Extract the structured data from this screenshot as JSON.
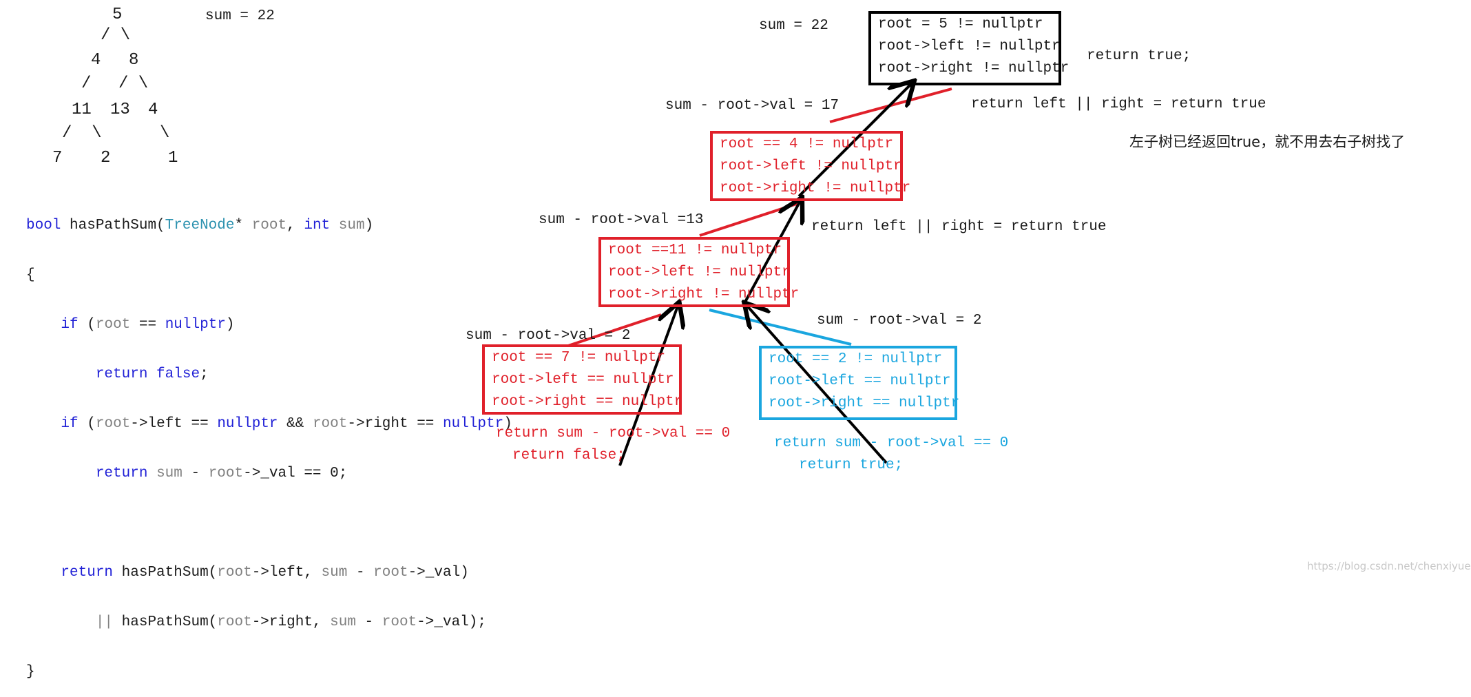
{
  "tree": {
    "root": "5",
    "edges1": "/ \\",
    "level1_left": "4",
    "level1_right": "8",
    "edges2_left": "/",
    "edges2_right": "/ \\",
    "n11": "11",
    "n13": "13",
    "n4b": "4",
    "edges3_left": "/  \\",
    "edges3_right": "\\",
    "n7": "7",
    "n2": "2",
    "n1": "1"
  },
  "sum_label_left": "sum = 22",
  "code": {
    "l1_kw": "bool",
    "l1_name": " hasPathSum(",
    "l1_type": "TreeNode",
    "l1_star": "* ",
    "l1_p1": "root",
    "l1_comma": ", ",
    "l1_kw2": "int",
    "l1_p2": " sum",
    "l1_close": ")",
    "l2": "{",
    "l3_kw": "if",
    "l3_a": " (",
    "l3_p": "root",
    "l3_b": " == ",
    "l3_kw2": "nullptr",
    "l3_c": ")",
    "l4_kw": "return false",
    "l4_c": ";",
    "l5_kw": "if",
    "l5_a": " (",
    "l5_p": "root",
    "l5_b": "->left == ",
    "l5_kw2": "nullptr",
    "l5_c": " && ",
    "l5_p2": "root",
    "l5_d": "->right == ",
    "l5_kw3": "nullptr",
    "l5_e": ")",
    "l6_kw": "return",
    "l6_a": " ",
    "l6_p": "sum",
    "l6_b": " - ",
    "l6_p2": "root",
    "l6_c": "->_val == 0;",
    "l7_kw": "return",
    "l7_a": " hasPathSum(",
    "l7_p": "root",
    "l7_b": "->left, ",
    "l7_p2": "sum",
    "l7_c": " - ",
    "l7_p3": "root",
    "l7_d": "->_val)",
    "l8_or": "||",
    "l8_a": " hasPathSum(",
    "l8_p": "root",
    "l8_b": "->right, ",
    "l8_p2": "sum",
    "l8_c": " - ",
    "l8_p3": "root",
    "l8_d": "->_val);",
    "l9": "}"
  },
  "annotations": {
    "sum22_top": "sum = 22",
    "return_true_top": "return true;",
    "sum17": "sum - root->val = 17",
    "return_lr_top": "return left || right = return true",
    "cn_note": "左子树已经返回true，就不用去右子树找了",
    "sum13": "sum - root->val =13",
    "return_lr_mid": "return left || right = return true",
    "sum2_right": "sum - root->val = 2",
    "sum2_left": "sum - root->val = 2",
    "left_ret1": "return sum - root->val == 0",
    "left_ret2": "return false;",
    "right_ret1": "return sum - root->val == 0",
    "right_ret2": "return true;"
  },
  "boxes": {
    "b5": [
      "root = 5 != nullptr",
      "root->left != nullptr",
      "root->right != nullptr"
    ],
    "b4": [
      "root == 4 != nullptr",
      "root->left != nullptr",
      "root->right != nullptr"
    ],
    "b11": [
      "root ==11 != nullptr",
      "root->left != nullptr",
      "root->right != nullptr"
    ],
    "b7": [
      "root == 7 != nullptr",
      "root->left == nullptr",
      "root->right == nullptr"
    ],
    "b2": [
      "root == 2 != nullptr",
      "root->left == nullptr",
      "root->right == nullptr"
    ]
  },
  "watermark": "https://blog.csdn.net/chenxiyuehh",
  "colors": {
    "red": "#e0202a",
    "blue": "#1aa6df",
    "black": "#000000",
    "keyword": "#1f1fd6",
    "type": "#2b91af",
    "param": "#808080"
  }
}
